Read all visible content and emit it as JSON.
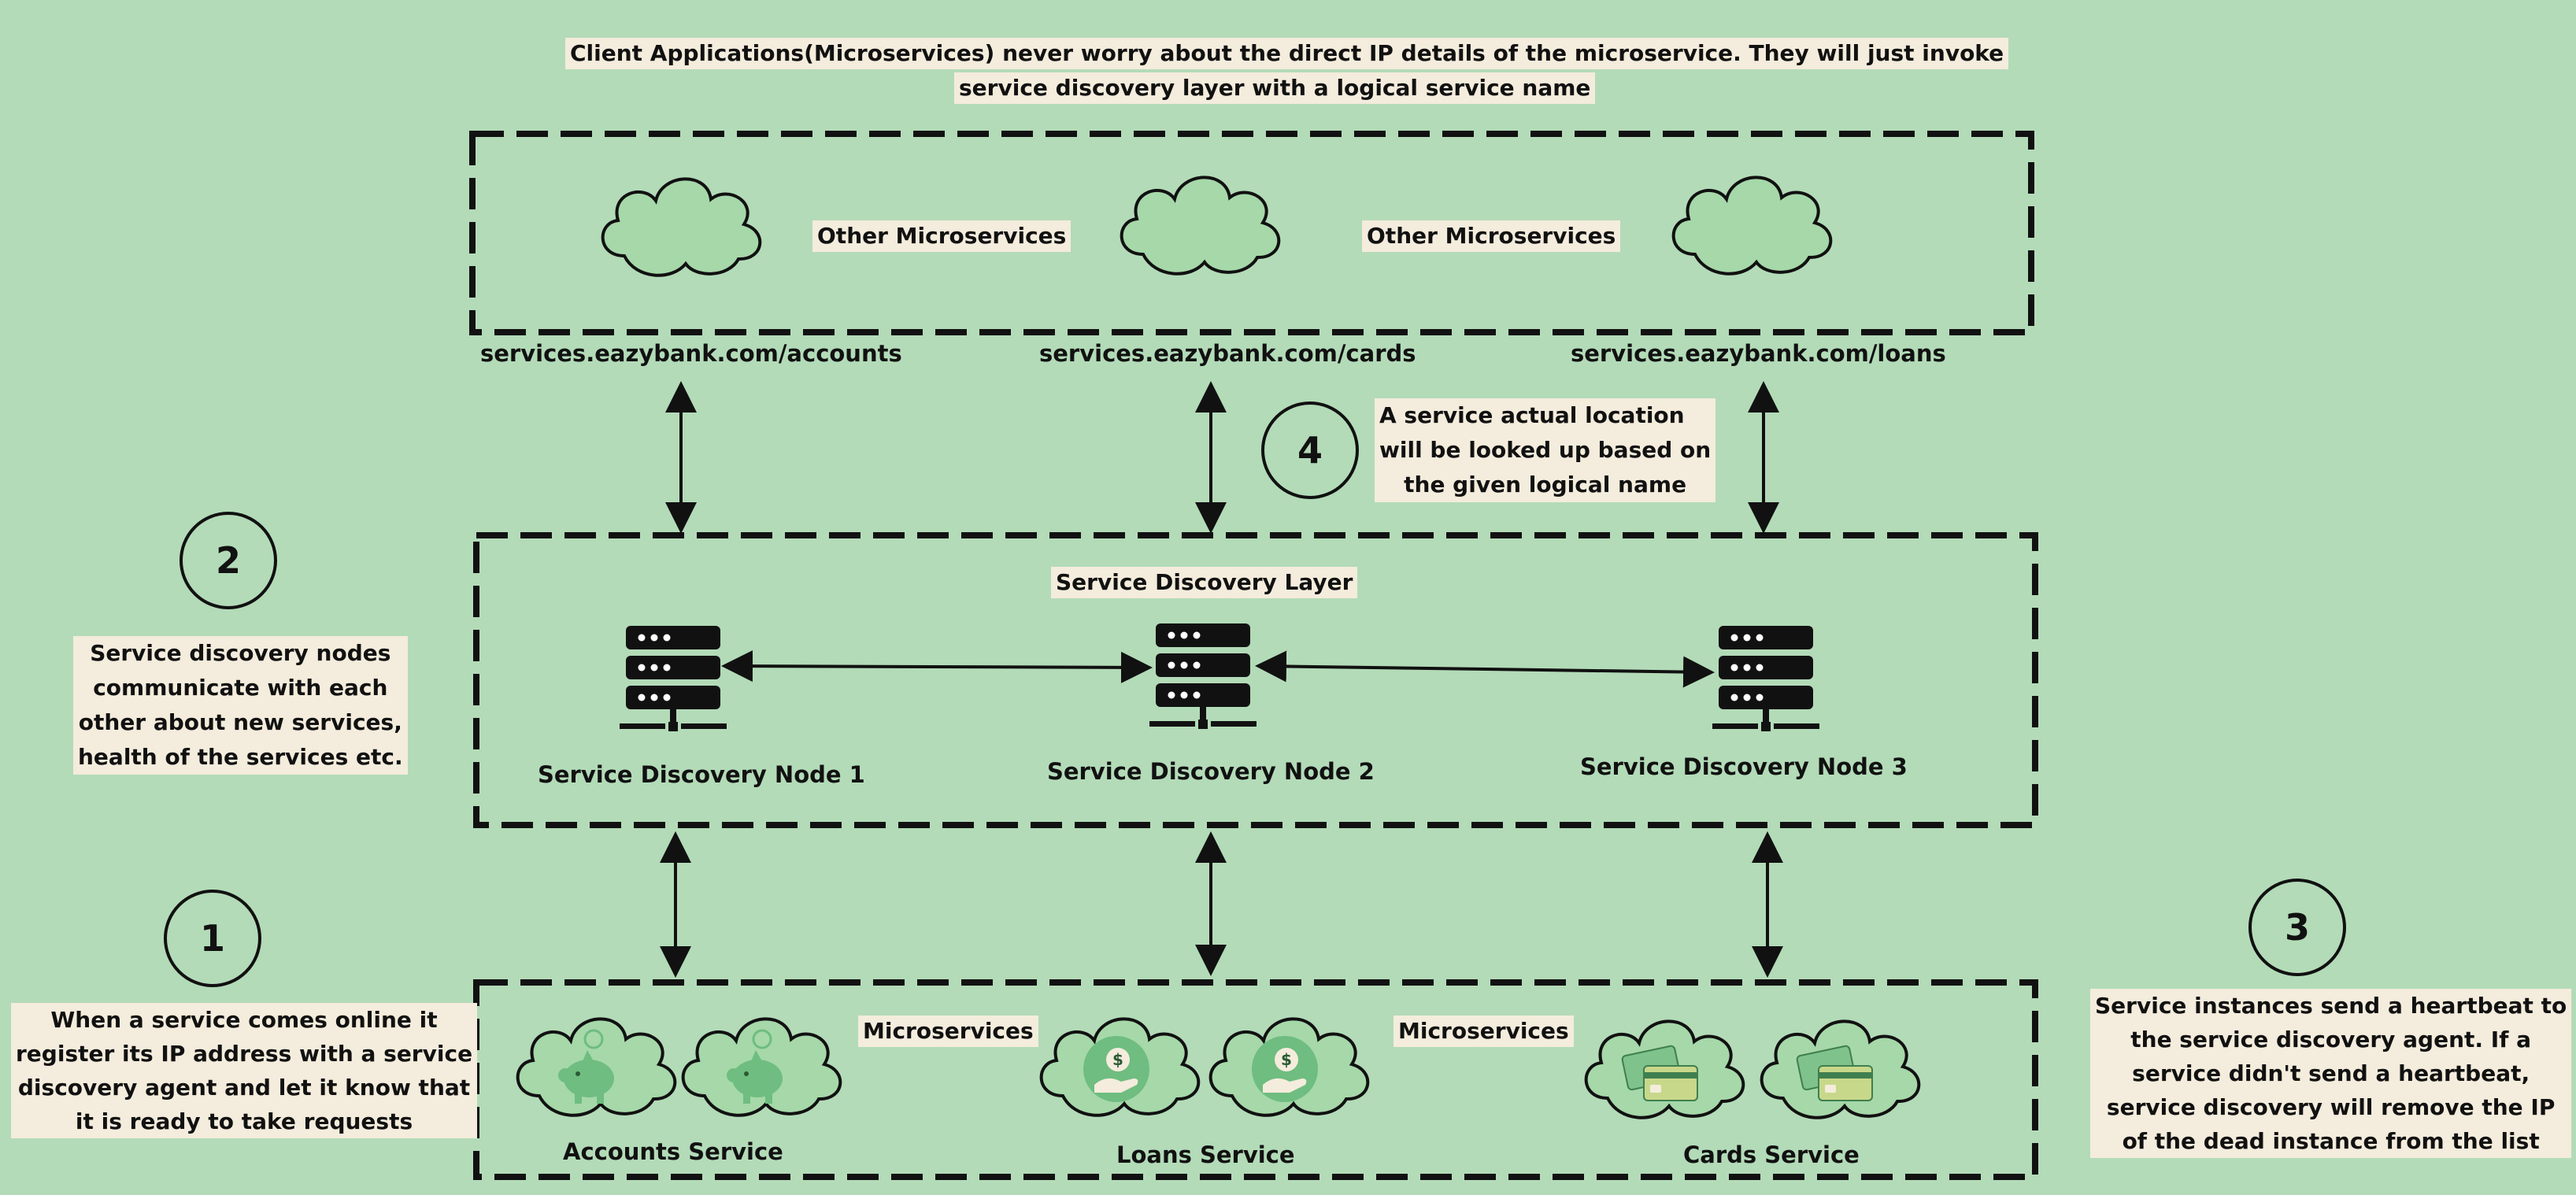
{
  "header_note": {
    "line1": "Client Applications(Microservices) never worry about the direct IP details of the microservice. They will just invoke",
    "line2": "service discovery layer with a  logical service name"
  },
  "top_layer": {
    "label_left": "Other Microservices",
    "label_right": "Other Microservices"
  },
  "urls": {
    "accounts": "services.eazybank.com/accounts",
    "cards": "services.eazybank.com/cards",
    "loans": "services.eazybank.com/loans"
  },
  "step4": {
    "number": "4",
    "line1": "A service actual location",
    "line2": "will be looked up based on",
    "line3": "the given logical name"
  },
  "discovery_layer": {
    "title": "Service Discovery Layer",
    "node1": "Service Discovery Node 1",
    "node2": "Service Discovery Node 2",
    "node3": "Service Discovery Node 3"
  },
  "step2": {
    "number": "2",
    "line1": "Service discovery nodes",
    "line2": "communicate with each",
    "line3": "other about new services,",
    "line4": "health of the services etc."
  },
  "step1": {
    "number": "1",
    "line1": "When a service comes online it",
    "line2": "register its IP address with a service",
    "line3": "discovery agent and let it know that",
    "line4": "it is ready to take requests"
  },
  "step3": {
    "number": "3",
    "line1": "Service instances send a heartbeat to",
    "line2": "the service discovery agent. If a",
    "line3": "service didn't send a heartbeat,",
    "line4": "service discovery will remove the IP",
    "line5": "of the dead instance from the list"
  },
  "bottom_layer": {
    "label_left": "Microservices",
    "label_right": "Microservices",
    "accounts": "Accounts Service",
    "loans": "Loans Service",
    "cards": "Cards Service"
  },
  "colors": {
    "background": "#b3dbb8",
    "label_bg": "#f4ecdc",
    "cloud_fill": "#a6d8a9",
    "icon_green": "#6fbd80",
    "line": "#111111"
  }
}
